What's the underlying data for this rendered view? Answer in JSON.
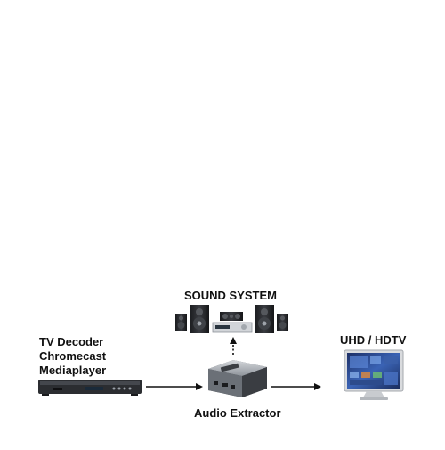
{
  "labels": {
    "source_line1": "TV Decoder",
    "source_line2": "Chromecast",
    "source_line3": "Mediaplayer",
    "sound_system": "SOUND SYSTEM",
    "tv": "UHD / HDTV",
    "extractor": "Audio Extractor"
  },
  "connections": [
    {
      "from": "source-device",
      "to": "audio-extractor",
      "style": "solid"
    },
    {
      "from": "audio-extractor",
      "to": "sound-system",
      "style": "dotted"
    },
    {
      "from": "audio-extractor",
      "to": "uhd-tv",
      "style": "solid"
    }
  ],
  "colors": {
    "device_dark": "#2b2d31",
    "device_silver": "#b9bcc1",
    "tv_screen": "#2d4c8a",
    "line": "#111111"
  }
}
